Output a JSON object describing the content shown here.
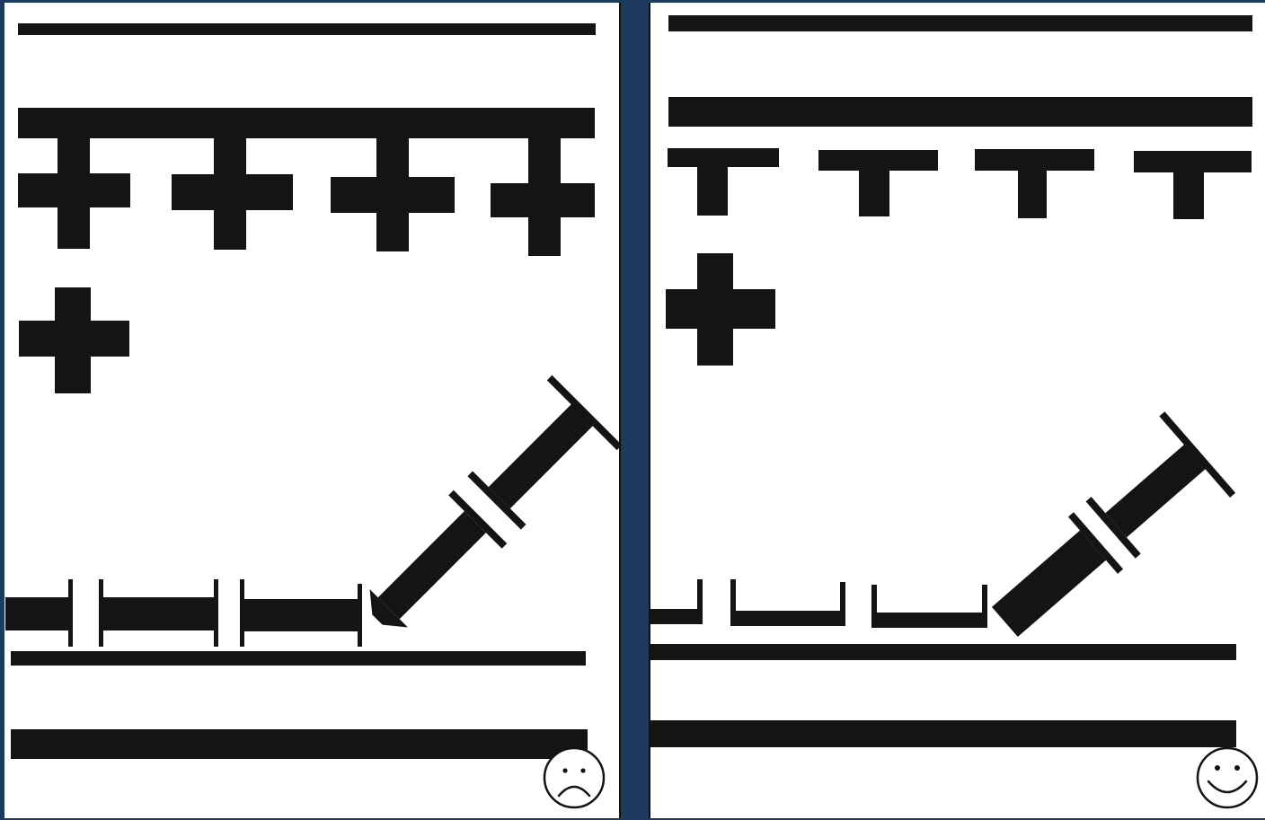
{
  "figure": {
    "panels": [
      {
        "id": "left",
        "outcome": "sad",
        "face_icon": "sad-face-icon"
      },
      {
        "id": "right",
        "outcome": "happy",
        "face_icon": "smiley-face-icon"
      }
    ],
    "colors": {
      "ink": "#141414",
      "paper": "#ffffff",
      "background": "#1e3a5f"
    }
  }
}
